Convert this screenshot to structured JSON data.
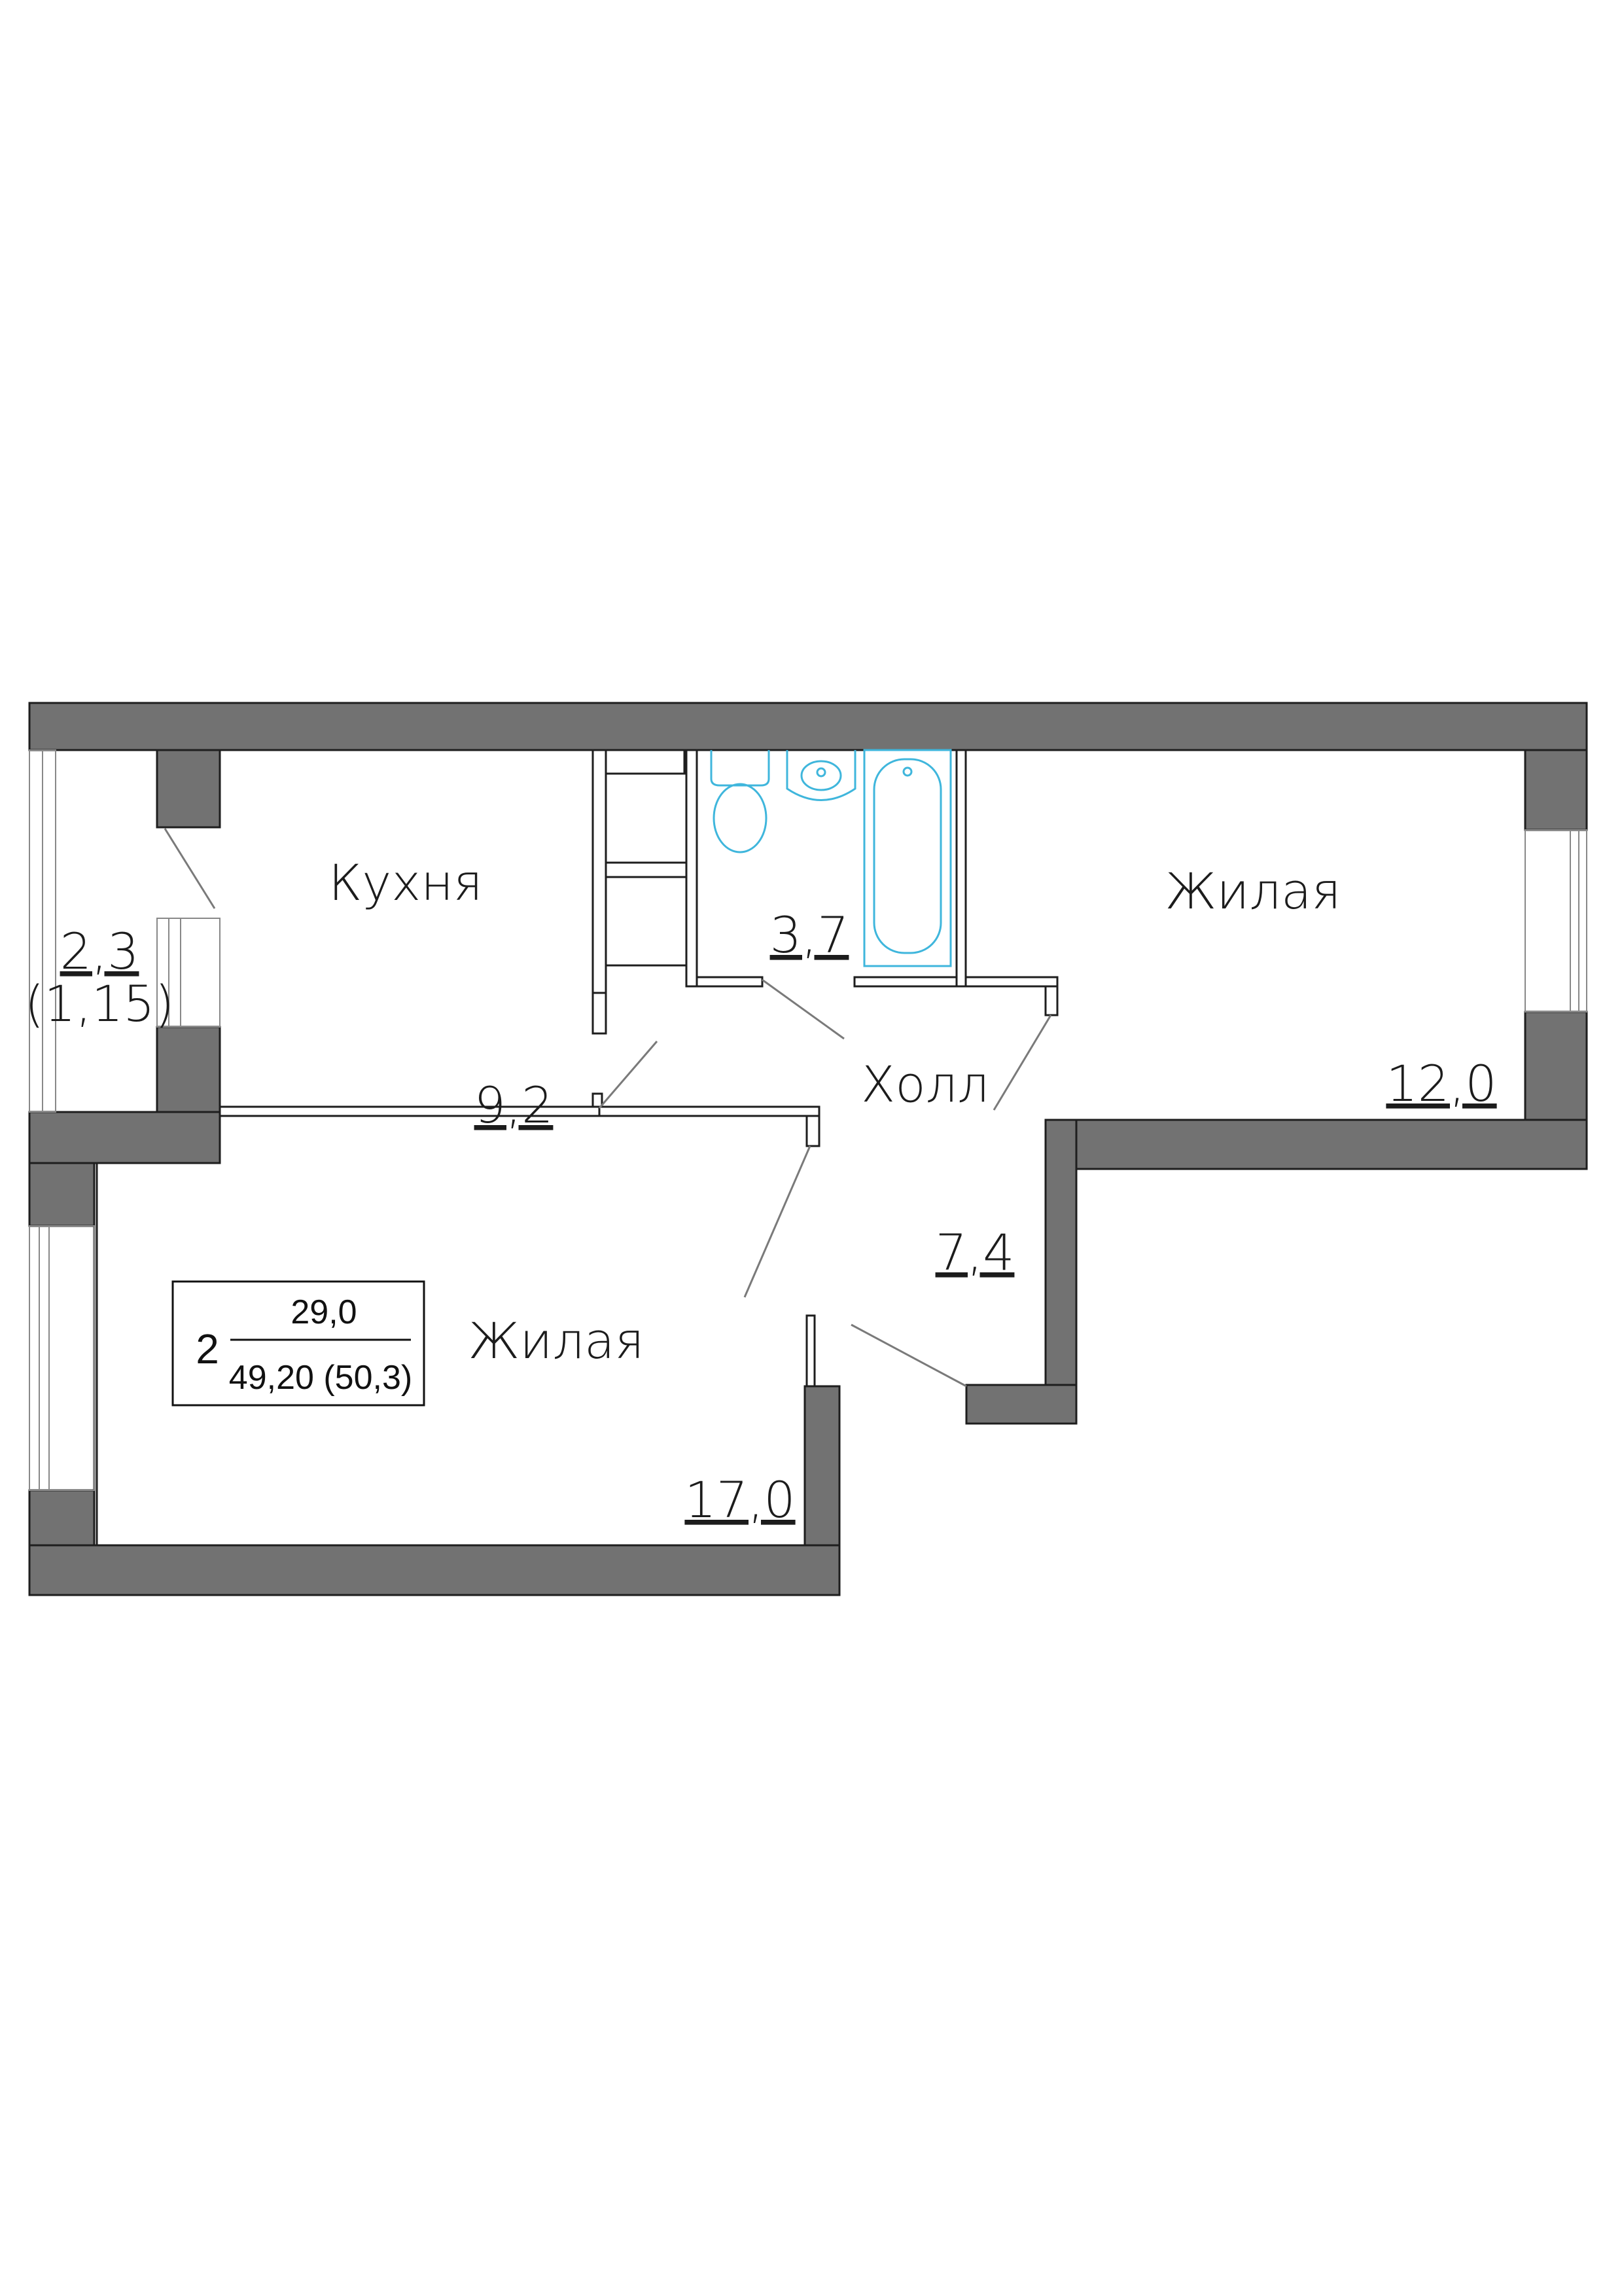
{
  "rooms": {
    "kitchen": {
      "name": "Кухня",
      "area": "9,2"
    },
    "bathroom": {
      "area": "3,7"
    },
    "hall": {
      "name": "Холл",
      "area": "7,4"
    },
    "living_right": {
      "name": "Жилая",
      "area": "12,0"
    },
    "living_left": {
      "name": "Жилая",
      "area": "17,0"
    },
    "balcony": {
      "area": "2,3",
      "reduced_area": "(1,15)"
    }
  },
  "summary": {
    "rooms_count": "2",
    "living_area": "29,0",
    "total_area": "49,20 (50,3)"
  },
  "colors": {
    "wall": "#727272",
    "plumbing": "#3fb6dc"
  }
}
